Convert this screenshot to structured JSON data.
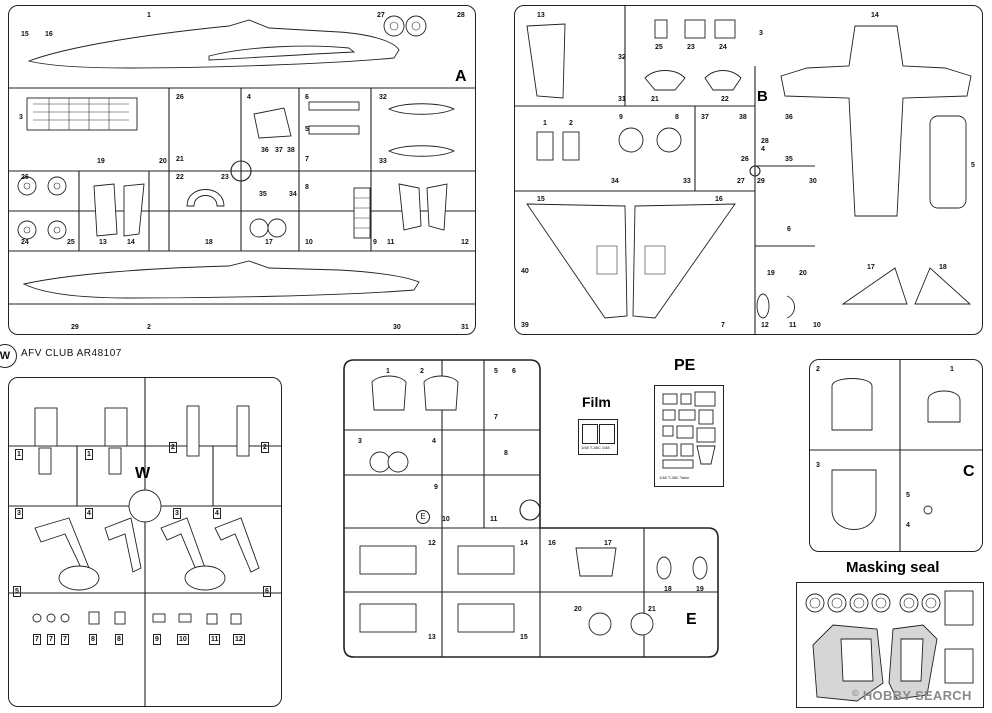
{
  "sprue_a": {
    "letter": "A",
    "labels": [
      "1",
      "2",
      "3",
      "4",
      "5",
      "6",
      "7",
      "8",
      "9",
      "10",
      "11",
      "12",
      "13",
      "14",
      "15",
      "16",
      "17",
      "18",
      "19",
      "20",
      "21",
      "22",
      "23",
      "24",
      "25",
      "26",
      "27",
      "28",
      "29",
      "30",
      "31",
      "32",
      "33",
      "34",
      "35",
      "36",
      "37",
      "38"
    ]
  },
  "sprue_b": {
    "letter": "B",
    "labels": [
      "1",
      "2",
      "3",
      "4",
      "5",
      "6",
      "7",
      "8",
      "9",
      "10",
      "11",
      "12",
      "13",
      "14",
      "15",
      "16",
      "17",
      "18",
      "19",
      "20",
      "21",
      "22",
      "23",
      "24",
      "25",
      "26",
      "27",
      "28",
      "29",
      "30",
      "31",
      "32",
      "33",
      "34",
      "35",
      "36",
      "37",
      "38",
      "39",
      "40"
    ]
  },
  "sprue_w": {
    "letter": "W",
    "logo_letter": "W",
    "code": "AFV CLUB AR48107",
    "labels": [
      "1",
      "1",
      "2",
      "2",
      "3",
      "3",
      "4",
      "4",
      "5",
      "6",
      "7",
      "7",
      "7",
      "8",
      "8",
      "9",
      "10",
      "11",
      "12"
    ]
  },
  "sprue_e": {
    "letter": "E",
    "circle_mark": "E",
    "labels": [
      "1",
      "2",
      "3",
      "4",
      "5",
      "6",
      "7",
      "8",
      "9",
      "10",
      "11",
      "12",
      "13",
      "14",
      "15",
      "16",
      "17",
      "18",
      "19",
      "20",
      "21"
    ]
  },
  "sprue_c": {
    "letter": "C",
    "labels": [
      "1",
      "2",
      "3",
      "4",
      "5"
    ]
  },
  "film": {
    "title": "Film",
    "caption": "1/48 T-38C 1/48"
  },
  "pe": {
    "title": "PE",
    "caption": "1/48 T-38C Talon"
  },
  "masking": {
    "title": "Masking seal"
  },
  "watermark": {
    "text": "HOBBY SEARCH",
    "corner_mark": "©"
  },
  "colors": {
    "line": "#222222",
    "paper": "#ffffff",
    "watermark": "#8a8a8a"
  }
}
